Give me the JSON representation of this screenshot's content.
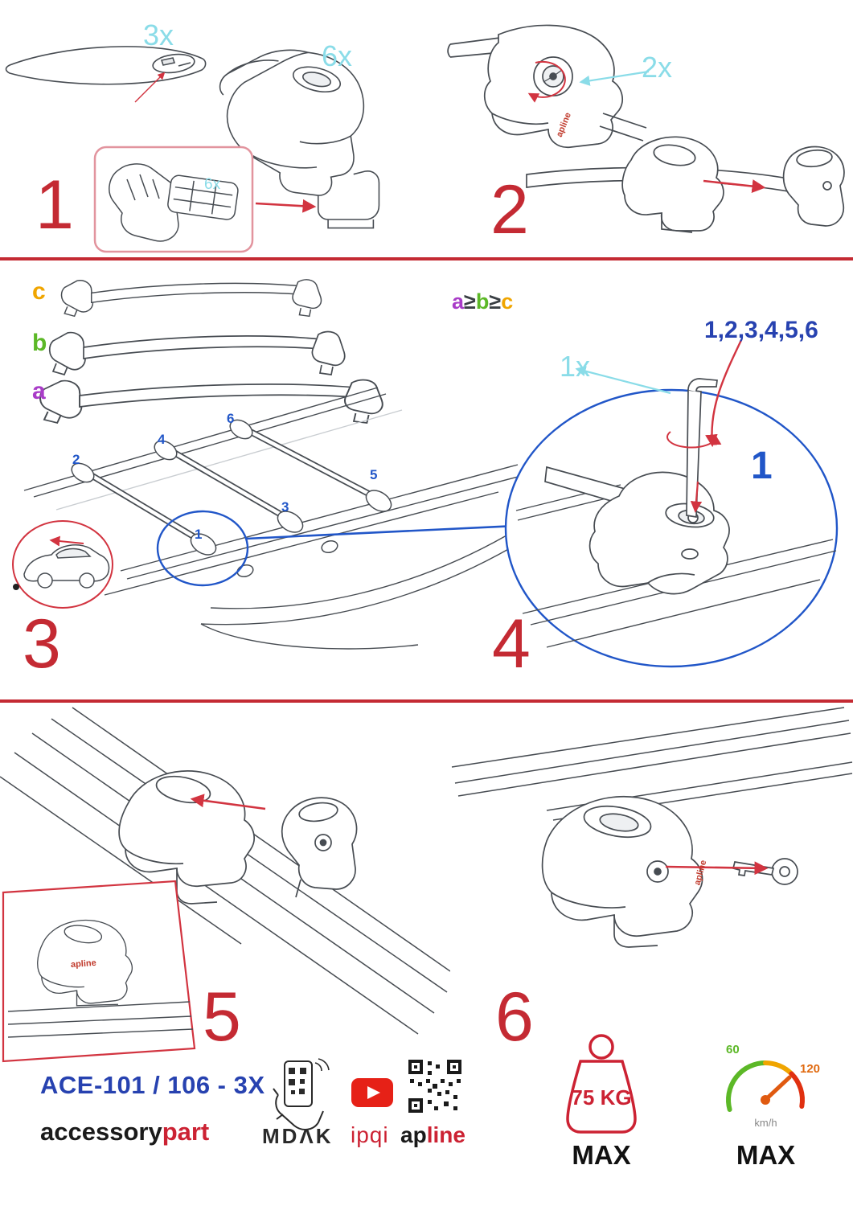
{
  "colors": {
    "accent_red": "#c42a33",
    "cyan": "#8adce8",
    "blue": "#2156c8",
    "dark_blue": "#2742b0",
    "green": "#5cb827",
    "orange": "#f0a500",
    "purple": "#a93cc8",
    "line_gray": "#474c52"
  },
  "step1": {
    "number": "1",
    "bar_qty": "3x",
    "foot_qty": "6x",
    "pad_qty": "6x"
  },
  "step2": {
    "number": "2",
    "screw_qty": "2x"
  },
  "step3": {
    "number": "3",
    "label_a": "a",
    "label_b": "b",
    "label_c": "c",
    "ineq_a": "a",
    "ineq_ge1": "≥",
    "ineq_b": "b",
    "ineq_ge2": "≥",
    "ineq_c": "c",
    "pos1": "1",
    "pos2": "2",
    "pos3": "3",
    "pos4": "4",
    "pos5": "5",
    "pos6": "6"
  },
  "step4": {
    "number": "4",
    "key_qty": "1x",
    "tighten_order": "1,2,3,4,5,6",
    "final_step": "1"
  },
  "step5": {
    "number": "5"
  },
  "step6": {
    "number": "6"
  },
  "brand": {
    "apline_small": "apline"
  },
  "footer": {
    "model": "ACE-101 / 106 - 3X",
    "brand_black": "accessory",
    "brand_red": "part",
    "mdak": "MDΛK",
    "ipqi": "ipqi",
    "apline_black": "ap",
    "apline_red": "line",
    "weight_limit": "75 KG",
    "weight_max": "MAX",
    "speed_green": "60",
    "speed_red": "120",
    "speed_unit": "km/h",
    "speed_max": "MAX"
  }
}
